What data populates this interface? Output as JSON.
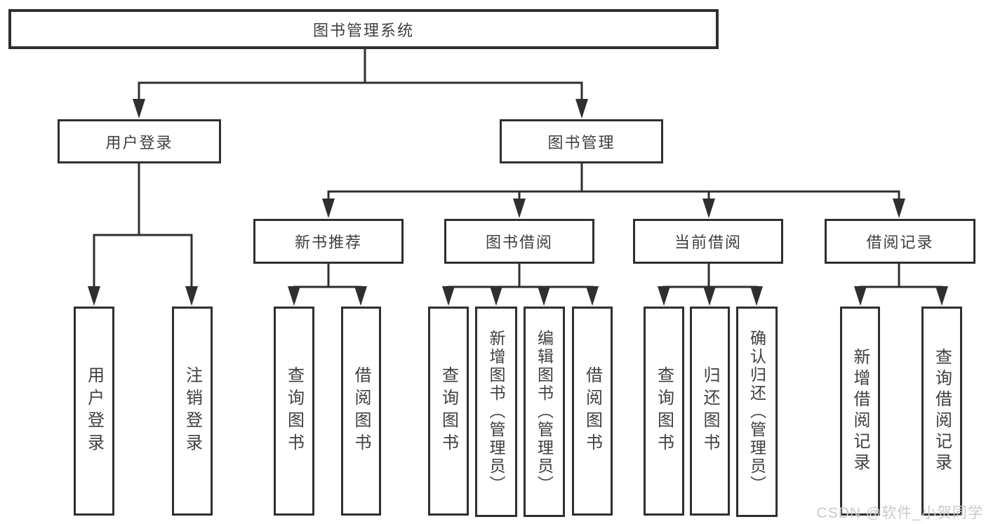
{
  "diagram": {
    "title": "图书管理系统",
    "watermark": "CSDN @软件_小贺同学",
    "colors": {
      "line": "#2f2f2f",
      "text": "#3f3f3f",
      "watermark": "#c9c9c9",
      "background": "#ffffff"
    },
    "nodes": [
      {
        "id": "root",
        "label": "图书管理系统",
        "parent": null
      },
      {
        "id": "user-login",
        "label": "用户登录",
        "parent": "root"
      },
      {
        "id": "book-mgmt",
        "label": "图书管理",
        "parent": "root"
      },
      {
        "id": "new-book-rec",
        "label": "新书推荐",
        "parent": "book-mgmt"
      },
      {
        "id": "book-borrow",
        "label": "图书借阅",
        "parent": "book-mgmt"
      },
      {
        "id": "current-borrow",
        "label": "当前借阅",
        "parent": "book-mgmt"
      },
      {
        "id": "borrow-record",
        "label": "借阅记录",
        "parent": "book-mgmt"
      },
      {
        "id": "login",
        "label": "用户登录",
        "parent": "user-login"
      },
      {
        "id": "logout",
        "label": "注销登录",
        "parent": "user-login"
      },
      {
        "id": "rec-query-book",
        "label": "查询图书",
        "parent": "new-book-rec"
      },
      {
        "id": "rec-borrow-book",
        "label": "借阅图书",
        "parent": "new-book-rec"
      },
      {
        "id": "bb-query-book",
        "label": "查询图书",
        "parent": "book-borrow"
      },
      {
        "id": "bb-add-book",
        "label": "新增图书（管理员）",
        "parent": "book-borrow"
      },
      {
        "id": "bb-edit-book",
        "label": "编辑图书（管理员）",
        "parent": "book-borrow"
      },
      {
        "id": "bb-borrow-book",
        "label": "借阅图书",
        "parent": "book-borrow"
      },
      {
        "id": "cb-query-book",
        "label": "查询图书",
        "parent": "current-borrow"
      },
      {
        "id": "cb-return-book",
        "label": "归还图书",
        "parent": "current-borrow"
      },
      {
        "id": "cb-confirm-return",
        "label": "确认归还（管理员）",
        "parent": "current-borrow"
      },
      {
        "id": "br-add-record",
        "label": "新增借阅记录",
        "parent": "borrow-record"
      },
      {
        "id": "br-query-record",
        "label": "查询借阅记录",
        "parent": "borrow-record"
      }
    ]
  }
}
